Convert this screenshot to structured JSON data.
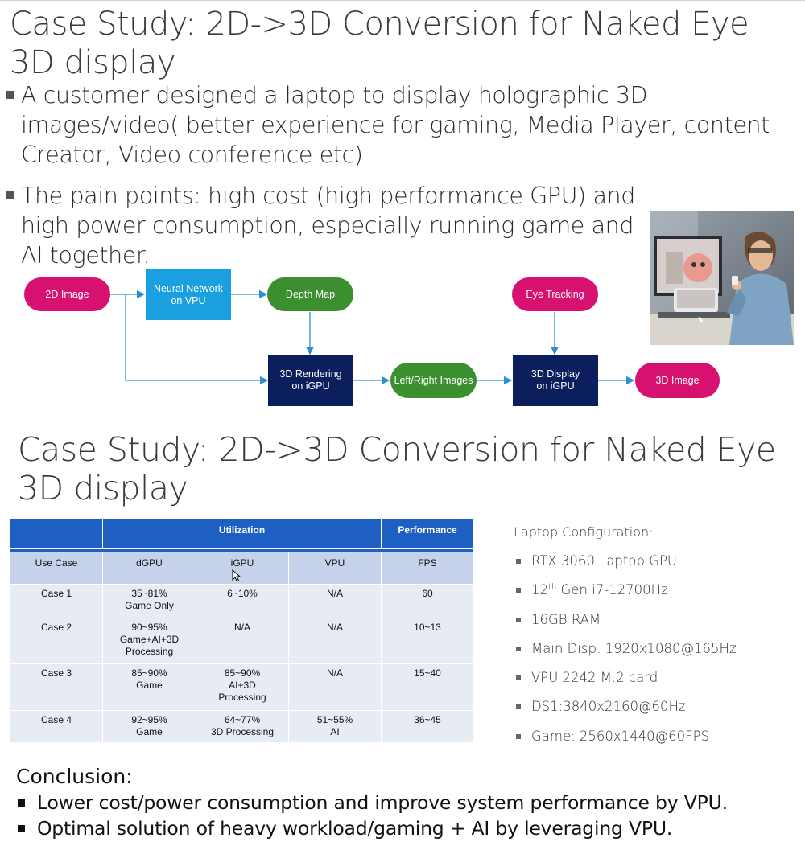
{
  "slide1": {
    "title": "Case Study: 2D->3D Conversion for Naked Eye 3D display",
    "bullets": [
      "A customer designed a laptop to display holographic 3D images/video( better experience for gaming, Media Player, content Creator, Video conference etc)",
      "The pain points: high cost (high performance GPU) and high power consumption, especially running game and AI together."
    ],
    "diagram": {
      "image_2d": "2D Image",
      "neural_network_line1": "Neural Network",
      "neural_network_line2": "on VPU",
      "depth_map": "Depth Map",
      "eye_tracking": "Eye Tracking",
      "rendering_line1": "3D Rendering",
      "rendering_line2": "on iGPU",
      "left_right": "Left/Right Images",
      "display_line1": "3D Display",
      "display_line2": "on iGPU",
      "image_3d": "3D Image"
    },
    "colors": {
      "magenta": "#d6116f",
      "green": "#3b8f2f",
      "cyan": "#1aa0e0",
      "navy": "#0a1f5c",
      "arrow": "#2b8fd6"
    }
  },
  "slide2": {
    "title": "Case Study: 2D->3D Conversion for Naked Eye 3D display",
    "table": {
      "group_headers": {
        "utilization": "Utilization",
        "performance": "Performance"
      },
      "columns": [
        "Use Case",
        "dGPU",
        "iGPU",
        "VPU",
        "FPS"
      ],
      "rows": [
        {
          "case": "Case 1",
          "dgpu_1": "35~81%",
          "dgpu_2": "Game Only",
          "igpu_1": "6~10%",
          "igpu_2": "",
          "igpu_3": "",
          "vpu_1": "N/A",
          "vpu_2": "",
          "fps": "60"
        },
        {
          "case": "Case 2",
          "dgpu_1": "90~95%",
          "dgpu_2": "Game+AI+3D",
          "dgpu_3": "Processing",
          "igpu_1": "N/A",
          "vpu_1": "N/A",
          "fps": "10~13"
        },
        {
          "case": "Case 3",
          "dgpu_1": "85~90%",
          "dgpu_2": "Game",
          "igpu_1": "85~90%",
          "igpu_2": "AI+3D",
          "igpu_3": "Processing",
          "vpu_1": "N/A",
          "fps": "15~40"
        },
        {
          "case": "Case 4",
          "dgpu_1": "92~95%",
          "dgpu_2": "Game",
          "igpu_1": "64~77%",
          "igpu_2": "3D Processing",
          "vpu_1": "51~55%",
          "vpu_2": "AI",
          "fps": "36~45"
        }
      ],
      "colors": {
        "header": "#1d5fc3",
        "subheader": "#c5d2ea",
        "row": "#e7ebf4"
      }
    },
    "config": {
      "title": "Laptop Configuration:",
      "items": [
        "RTX 3060 Laptop GPU",
        "12",
        "16GB RAM",
        "Main Disp: 1920x1080@165Hz",
        "VPU 2242 M.2 card",
        "DS1:3840x2160@60Hz",
        "Game: 2560x1440@60FPS"
      ],
      "item2_sup": "th",
      "item2_rest": " Gen i7-12700Hz"
    },
    "conclusion": {
      "title": "Conclusion:",
      "items": [
        "Lower cost/power consumption and improve system performance by VPU.",
        "Optimal solution of heavy workload/gaming + AI by leveraging VPU."
      ]
    }
  }
}
